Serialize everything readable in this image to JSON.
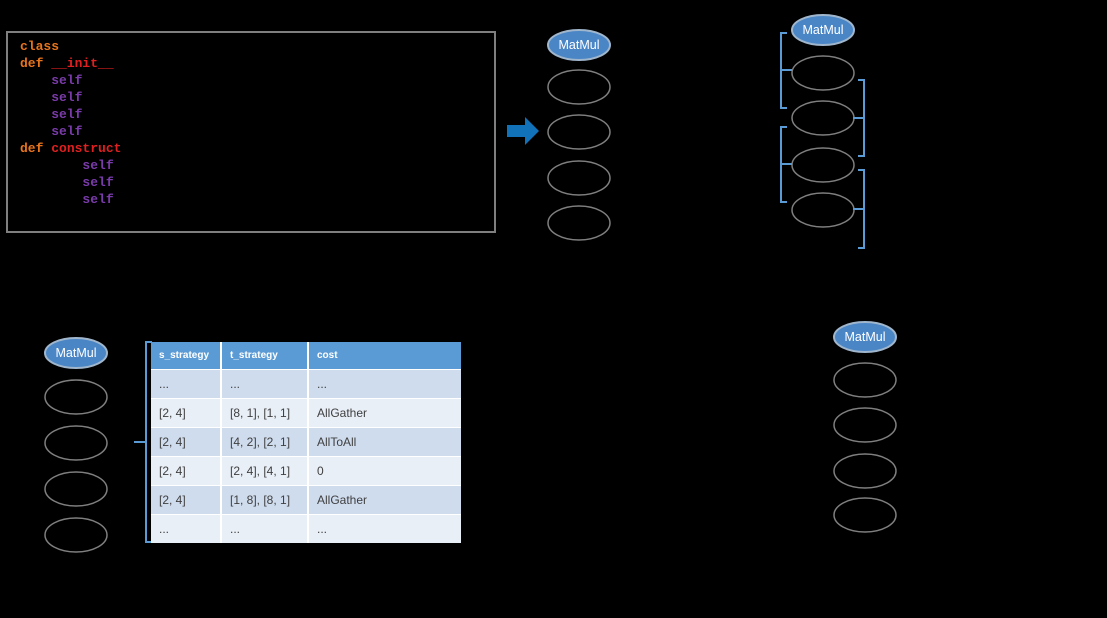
{
  "colors": {
    "background": "#000000",
    "code_border": "#7f7f7f",
    "code_orange": "#e8741c",
    "code_red": "#e02020",
    "code_purple": "#7a3baa",
    "node_fill": "#4a86c6",
    "node_stroke": "#a0b6cc",
    "node_label": "#ffffff",
    "empty_node_stroke": "#7f7f7f",
    "arrow_blue": "#1172ba",
    "bracket_blue": "#5b9bd5",
    "table_header_bg": "#5b9bd5",
    "table_row_dark": "#cfdcee",
    "table_row_light": "#e9eff7"
  },
  "code_panel": {
    "lines": [
      {
        "tokens": [
          {
            "text": "class",
            "color": "#e8741c"
          }
        ]
      },
      {
        "tokens": [
          {
            "text": "def ",
            "color": "#e8741c"
          },
          {
            "text": "__init__",
            "color": "#e02020"
          }
        ]
      },
      {
        "tokens": [
          {
            "text": "    self",
            "color": "#7a3baa"
          }
        ]
      },
      {
        "tokens": [
          {
            "text": "    self",
            "color": "#7a3baa"
          }
        ]
      },
      {
        "tokens": [
          {
            "text": "    self",
            "color": "#7a3baa"
          }
        ]
      },
      {
        "tokens": [
          {
            "text": "    self",
            "color": "#7a3baa"
          }
        ]
      },
      {
        "tokens": [
          {
            "text": "def ",
            "color": "#e8741c"
          },
          {
            "text": "construct",
            "color": "#e02020"
          }
        ]
      },
      {
        "tokens": [
          {
            "text": "        self",
            "color": "#7a3baa"
          }
        ]
      },
      {
        "tokens": [
          {
            "text": "        self",
            "color": "#7a3baa"
          }
        ]
      },
      {
        "tokens": [
          {
            "text": "        self",
            "color": "#7a3baa"
          }
        ]
      }
    ]
  },
  "graphs": {
    "g1": {
      "op_label": "MatMul"
    },
    "g2": {
      "op_label": "MatMul"
    },
    "g3": {
      "op_label": "MatMul"
    },
    "g4": {
      "op_label": "MatMul"
    }
  },
  "table": {
    "headers": [
      "s_strategy",
      "t_strategy",
      "cost"
    ],
    "rows": [
      [
        "...",
        "...",
        "..."
      ],
      [
        "[2, 4]",
        "[8, 1], [1, 1]",
        "AllGather"
      ],
      [
        "[2, 4]",
        "[4, 2], [2, 1]",
        "AllToAll"
      ],
      [
        "[2, 4]",
        "[2, 4], [4, 1]",
        "0"
      ],
      [
        "[2, 4]",
        "[1, 8], [8, 1]",
        "AllGather"
      ],
      [
        "...",
        "...",
        "..."
      ]
    ]
  }
}
